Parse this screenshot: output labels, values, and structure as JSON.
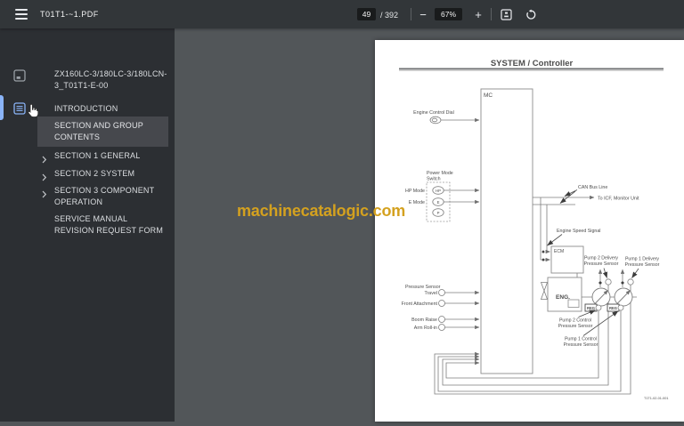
{
  "toolbar": {
    "title": "T01T1-~1.PDF",
    "page_current": "49",
    "page_divider": "/ 392",
    "zoom_out_label": "−",
    "zoom_level": "67%",
    "zoom_in_label": "+"
  },
  "sidebar": {
    "items": [
      {
        "label": "ZX160LC-3/180LC-3/180LCN-3_T01T1-E-00"
      },
      {
        "label": "INTRODUCTION"
      },
      {
        "label": "SECTION AND GROUP CONTENTS"
      },
      {
        "label": "SECTION 1 GENERAL"
      },
      {
        "label": "SECTION 2 SYSTEM"
      },
      {
        "label": "SECTION 3 COMPONENT OPERATION"
      },
      {
        "label": "SERVICE MANUAL REVISION REQUEST FORM"
      }
    ]
  },
  "watermark": {
    "text": "machinecatalogic.com",
    "color": "#d4a11f"
  },
  "page": {
    "header_title": "SYSTEM / Controller",
    "diagram": {
      "mc": "MC",
      "engine_control_dial": "Engine Control Dial",
      "power_mode_switch_line1": "Power Mode",
      "power_mode_switch_line2": "Switch",
      "hp_mode": "HP Mode",
      "e_mode": "E Mode",
      "btn_hp": "HP",
      "btn_e": "E",
      "btn_p": "P",
      "can_bus_line": "CAN Bus Line",
      "to_icf_monitor_unit": "To ICF, Monitor Unit",
      "engine_speed_signal": "Engine Speed Signal",
      "ecm": "ECM",
      "eng": "ENG.",
      "pump2_delivery": "Pump 2 Delivery",
      "pump1_delivery": "Pump 1 Delivery",
      "pump2_control": "Pump 2 Control",
      "pump1_control": "Pump 1 Control",
      "pressure_sensor": "Pressure Sensor",
      "travel": "Travel",
      "front_attachment": "Front Attachment",
      "boom_raise": "Boom Raise",
      "arm_roll_in": "Arm Roll-in",
      "reg": "REG",
      "fig_no": "T1T1-02-01-001"
    }
  },
  "colors": {
    "accent_blue": "#8ab4f8",
    "toolbar_bg": "#323639",
    "sidebar_bg": "#2c2f33",
    "viewer_bg": "#525659"
  }
}
